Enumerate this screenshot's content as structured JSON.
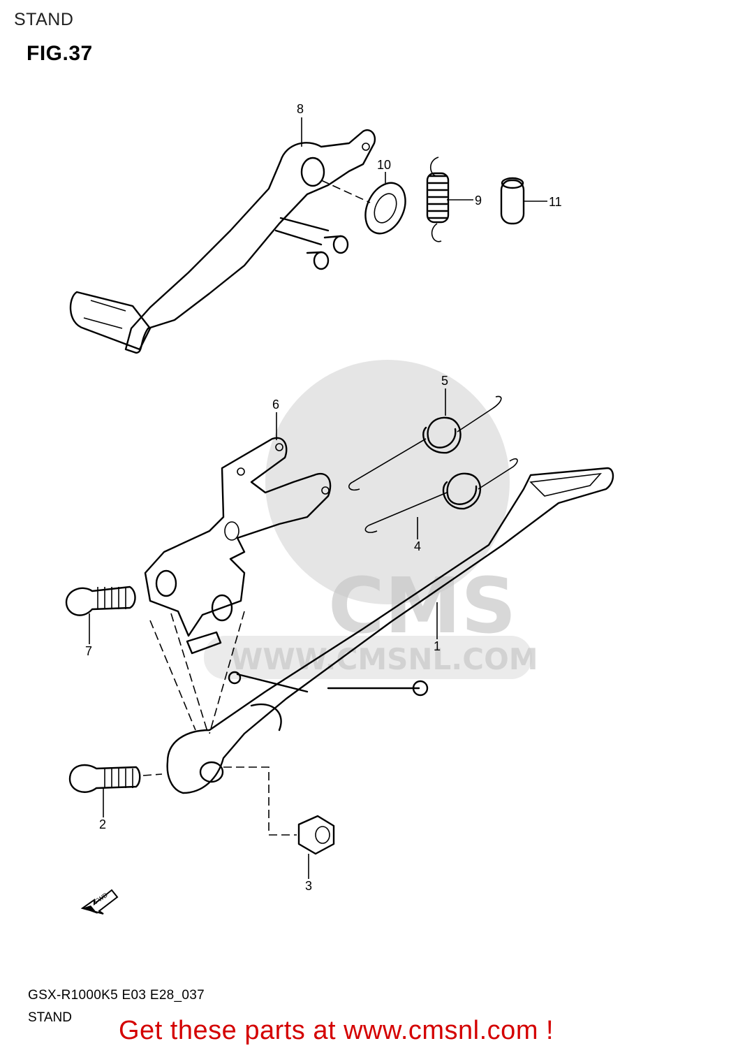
{
  "header": {
    "section_title": "STAND",
    "figure_label": "FIG.37"
  },
  "callouts": [
    {
      "id": "8",
      "part": "brake-pedal"
    },
    {
      "id": "10",
      "part": "washer"
    },
    {
      "id": "9",
      "part": "spring"
    },
    {
      "id": "11",
      "part": "sleeve"
    },
    {
      "id": "5",
      "part": "stand-spring-upper"
    },
    {
      "id": "6",
      "part": "stand-bracket"
    },
    {
      "id": "4",
      "part": "stand-spring-lower"
    },
    {
      "id": "7",
      "part": "bracket-bolt"
    },
    {
      "id": "1",
      "part": "center-stand"
    },
    {
      "id": "2",
      "part": "pivot-bolt"
    },
    {
      "id": "3",
      "part": "nut"
    }
  ],
  "fwd_arrow": {
    "text": "FWD",
    "icon": "fwd-arrow-icon"
  },
  "watermark": {
    "text": "CMS",
    "url": "WWW.CMSNL.COM"
  },
  "footer": {
    "model_code": "GSX-R1000K5 E03 E28_037",
    "diagram_name": "STAND",
    "promo": "Get these parts at www.cmsnl.com !"
  },
  "colors": {
    "promo": "#d40000",
    "watermark": "#c8c8c8"
  }
}
